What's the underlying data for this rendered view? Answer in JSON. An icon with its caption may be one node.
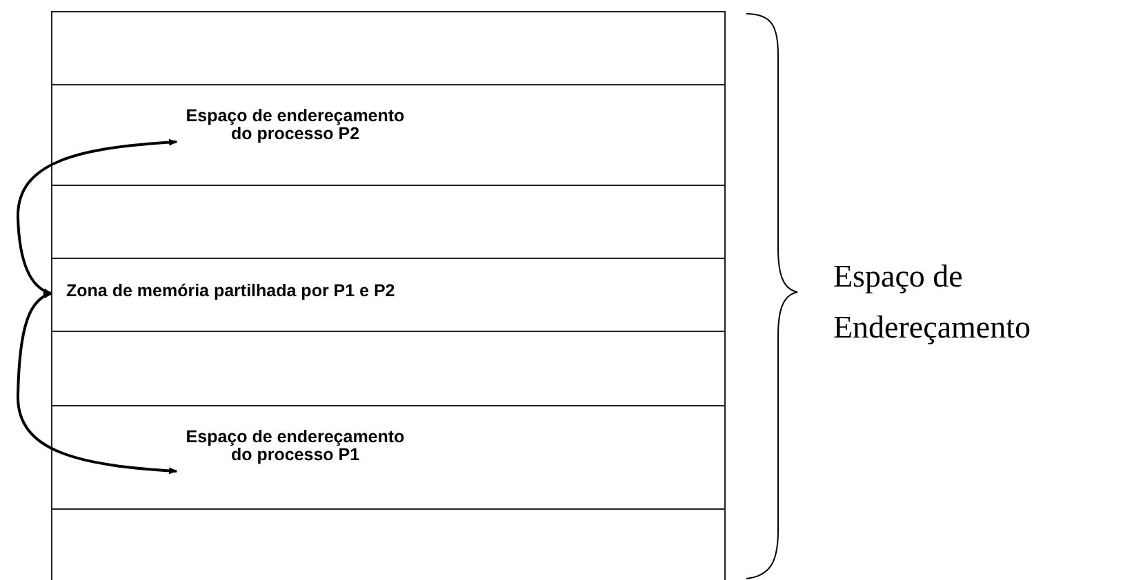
{
  "diagram": {
    "nodes": [
      {
        "text": [],
        "shape": "box"
      },
      {
        "text": [
          "Espaço de endereçamento do processo P2"
        ]
      },
      {
        "text": [],
        "shape": "box"
      },
      {
        "text": [
          "Zona de memória partilhada por P1 e P2"
        ]
      },
      {
        "text": [],
        "shape": "box"
      },
      {
        "text": [
          "Espaço de endereçamento do processo P1"
        ]
      },
      {
        "text": [],
        "shape": "box"
      }
    ],
    "edges": [
      {
        "from": 1,
        "to": 3,
        "arrow": "both"
      },
      {
        "from": 5,
        "to": 3,
        "arrow": "both"
      }
    ],
    "labels": [
      "Espaço de Endereçamento"
    ]
  }
}
